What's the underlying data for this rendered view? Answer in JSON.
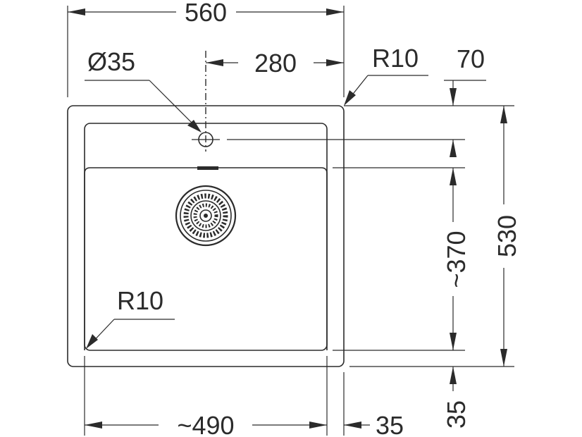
{
  "dimensions": {
    "overall_width": "560",
    "tap_hole_offset": "280",
    "tap_hole_diameter": "Ø35",
    "corner_radius_outer": "R10",
    "tap_zone_depth": "70",
    "overall_depth": "530",
    "bowl_depth": "~370",
    "front_rim": "35",
    "bowl_width": "~490",
    "side_rim": "35",
    "corner_radius_bowl": "R10"
  }
}
